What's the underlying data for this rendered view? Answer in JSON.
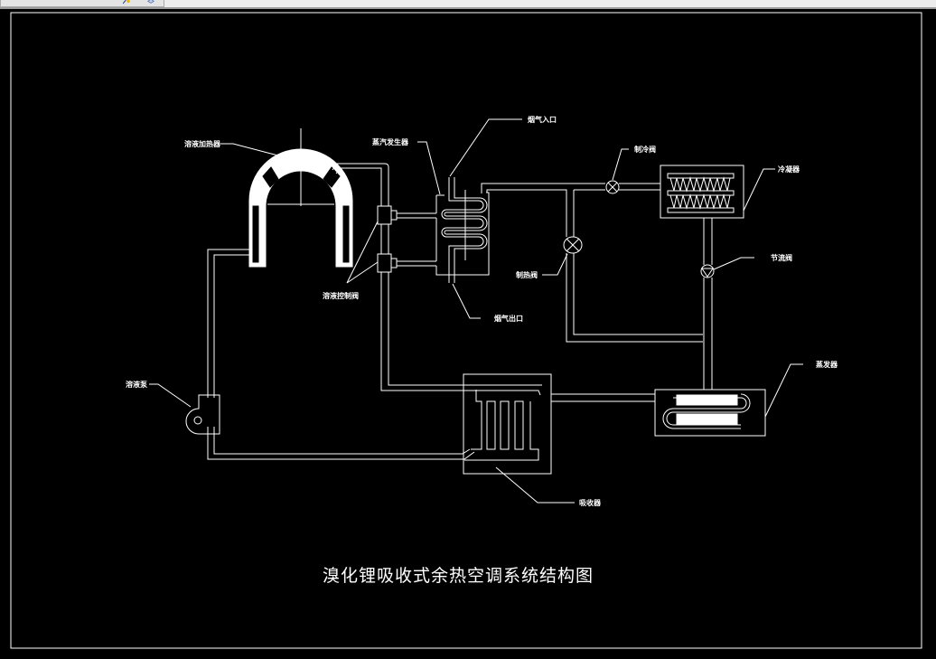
{
  "window": {
    "toolbar_icons": [
      "pointer-pencil-icon",
      "layer-icon"
    ]
  },
  "drawing": {
    "title": "溴化锂吸收式余热空调系统结构图",
    "colors": {
      "background": "#000000",
      "lines": "#ffffff",
      "toolbar": "#ececec"
    },
    "labels": {
      "solution_heater": "溶液加热器",
      "steam_generator": "蒸汽发生器",
      "flue_gas_inlet": "烟气入口",
      "flue_gas_outlet": "烟气出口",
      "solution_control_valve": "溶液控制阀",
      "refrigerant_valve": "制冷阀",
      "heating_valve": "制热阀",
      "condenser": "冷凝器",
      "throttle_valve": "节流阀",
      "evaporator": "蒸发器",
      "solution_pump": "溶液泵",
      "absorber": "吸收器"
    }
  }
}
